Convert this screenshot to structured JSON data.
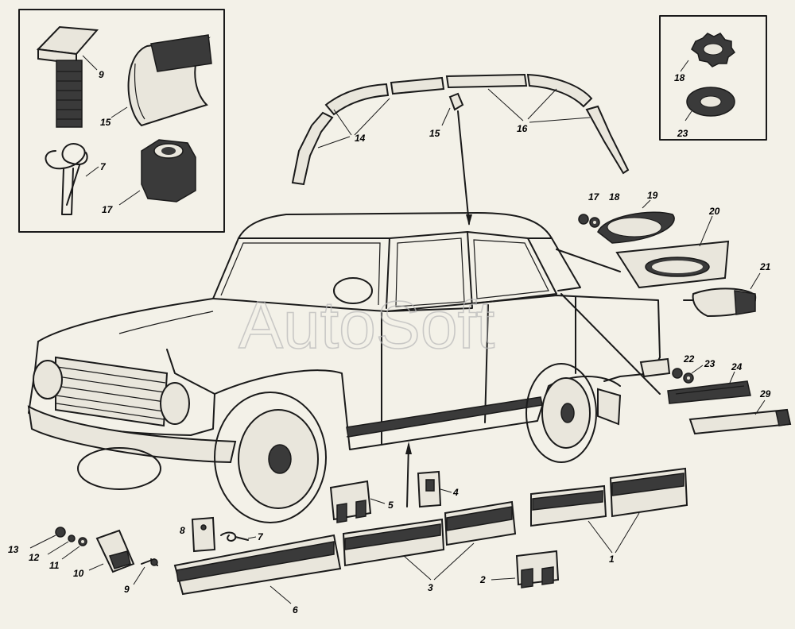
{
  "watermark": "AutoSoft",
  "labels": {
    "l1": "1",
    "l2": "2",
    "l3": "3",
    "l4": "4",
    "l5": "5",
    "l6": "6",
    "l7a": "7",
    "l7b": "7",
    "l8": "8",
    "l9a": "9",
    "l9b": "9",
    "l10": "10",
    "l11": "11",
    "l12": "12",
    "l13": "13",
    "l14": "14",
    "l15a": "15",
    "l15b": "15",
    "l16": "16",
    "l17a": "17",
    "l17b": "17",
    "l18a": "18",
    "l18b": "18",
    "l19": "19",
    "l20": "20",
    "l21": "21",
    "l22": "22",
    "l23a": "23",
    "l23b": "23",
    "l24": "24",
    "l29": "29"
  },
  "colors": {
    "paper": "#f3f1e8",
    "ink": "#1a1a1a"
  }
}
